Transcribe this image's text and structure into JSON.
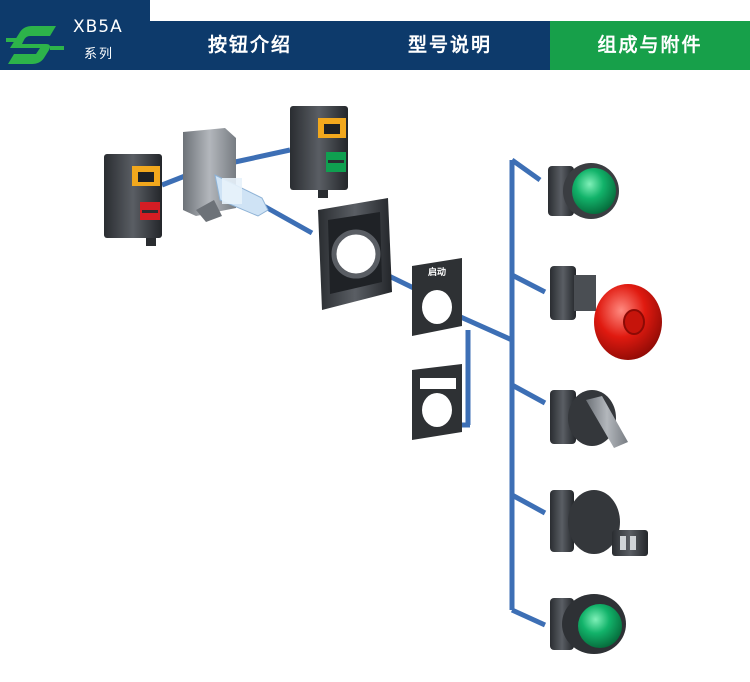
{
  "brand": {
    "title": "XB5A",
    "subtitle": "系列",
    "logo_icon": "green-s-logo-icon"
  },
  "nav": {
    "tabs": [
      {
        "label": "按钮介绍",
        "active": false
      },
      {
        "label": "型号说明",
        "active": false
      },
      {
        "label": "组成与附件",
        "active": true
      }
    ]
  },
  "diagram": {
    "legend_plate_label": "启动",
    "components": [
      "contact-block-nc-red",
      "light-block",
      "contact-block-no-green",
      "mounting-collar",
      "legend-plate-engraved",
      "legend-plate-blank",
      "flush-pushbutton-head-green",
      "mushroom-head-red",
      "selector-switch-head",
      "key-switch-head",
      "illuminated-pushbutton-head-green"
    ]
  },
  "colors": {
    "header_bg": "#0d3a6b",
    "active_tab_bg": "#17a04a",
    "connector_line": "#3d6fb5",
    "logo_green": "#2db34a"
  }
}
